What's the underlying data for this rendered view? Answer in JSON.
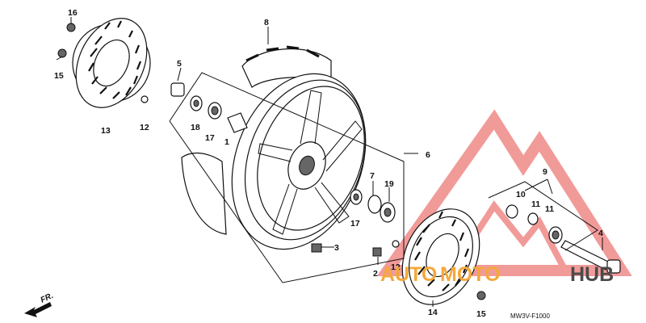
{
  "diagram": {
    "code": "MW3V-F1000",
    "direction_label": "FR.",
    "callouts": [
      "1",
      "2",
      "3",
      "4",
      "5",
      "6",
      "7",
      "8",
      "9",
      "10",
      "11",
      "11",
      "12",
      "12",
      "13",
      "14",
      "15",
      "15",
      "16",
      "17",
      "17",
      "18",
      "19"
    ]
  },
  "watermark": {
    "part1": "AUTO",
    "part2": "MOTO",
    "part3": "HUB",
    "color_red": "#e8463c",
    "color_orange": "#f4a83a",
    "color_gray": "#4a4a4a"
  }
}
